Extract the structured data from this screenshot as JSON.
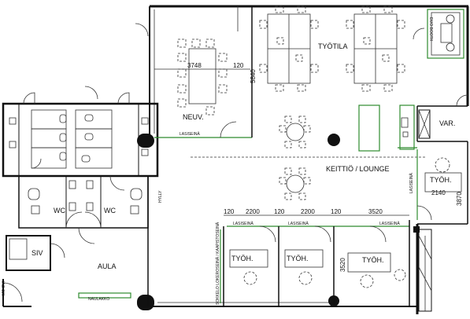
{
  "rooms": {
    "tyotila": "TYÖTILA",
    "neuv": "NEUV.",
    "keittio": "KEITTIÖ / LOUNGE",
    "var": "VAR.",
    "tyoh_right": "TYÖH.",
    "tyoh1": "TYÖH.",
    "tyoh2": "TYÖH.",
    "tyoh3": "TYÖH.",
    "wc1": "WC",
    "wc2": "WC",
    "siv": "SIV",
    "aula": "AULA",
    "duo_booth": "DUO BOOTH"
  },
  "dimensions": {
    "d3748": "3748",
    "d120_top": "120",
    "d5840": "5840",
    "d2140": "2140",
    "d3870": "3870",
    "d120_a": "120",
    "d2200_a": "2200",
    "d120_b": "120",
    "d2200_b": "2200",
    "d120_c": "120",
    "d3520_h": "3520",
    "d3520_v": "3520"
  },
  "labels": {
    "lasiseina_neuv": "LASISEINÄ",
    "lasiseina_tyoh1": "LASISEINÄ",
    "lasiseina_tyoh2": "LASISEINÄ",
    "lasiseina_tyoh3": "LASISEINÄ",
    "lasiseina_right": "LASISEINÄ",
    "sokkelo": "SOKKELO LOKEROSEINÄ / KAAPISTOSEINÄ",
    "naulakko": "NAULAKKO",
    "hylly": "HYLLY",
    "mo_ovi": "MO OVI"
  },
  "colors": {
    "wall": "#111111",
    "glass": "#2e8b2e"
  }
}
